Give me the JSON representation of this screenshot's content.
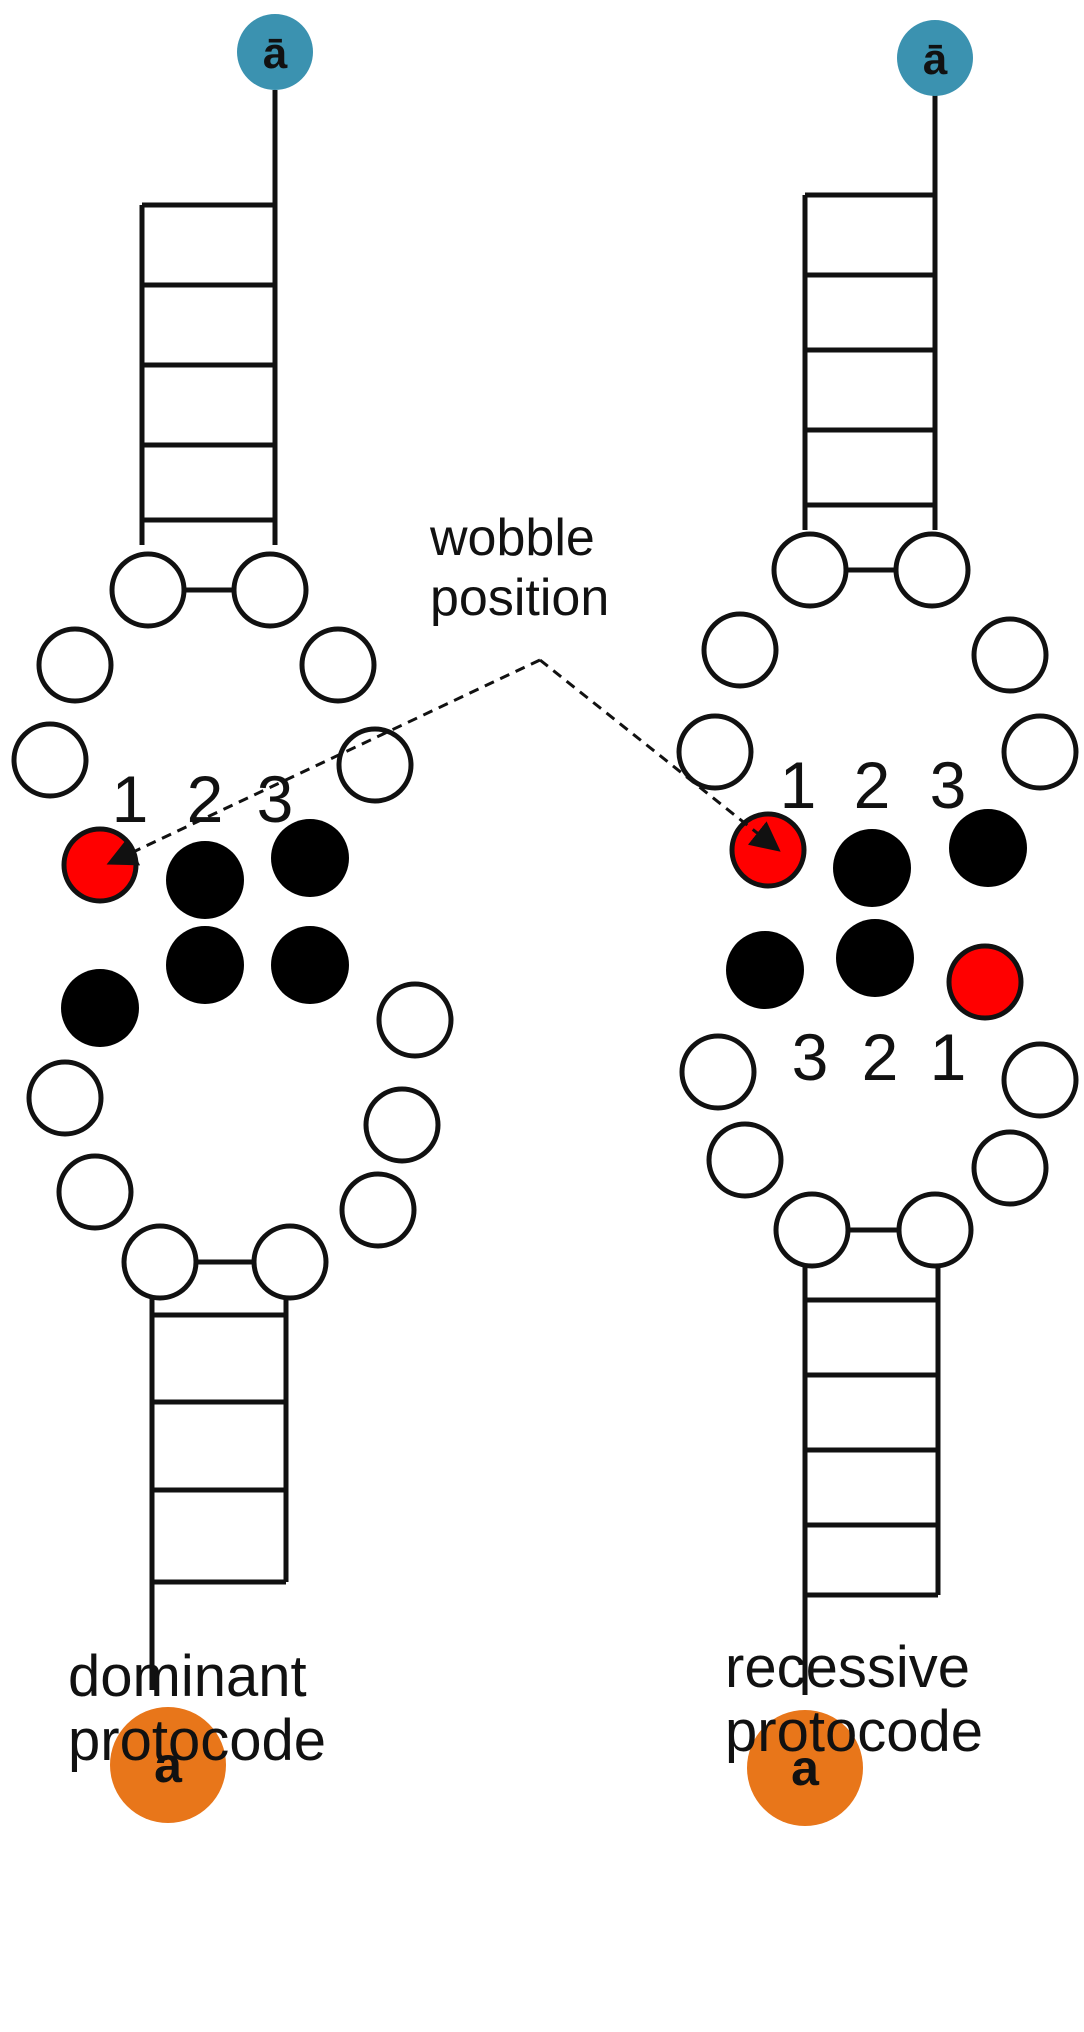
{
  "colors": {
    "line": "#111111",
    "black_base": "#000000",
    "red_base": "#ff0000",
    "blue_end": "#3b92b0",
    "orange_end": "#e8761a"
  },
  "wobble": {
    "line1": "wobble",
    "line2": "position"
  },
  "left": {
    "top_end_label": "ā",
    "bottom_end_label": "a",
    "codon_numbers": [
      "1",
      "2",
      "3"
    ],
    "caption_line1": "dominant",
    "caption_line2": "protocode"
  },
  "right": {
    "top_end_label": "ā",
    "bottom_end_label": "a",
    "codon_numbers": [
      "1",
      "2",
      "3"
    ],
    "anticodon_numbers": [
      "3",
      "2",
      "1"
    ],
    "caption_line1": "recessive",
    "caption_line2": "protocode"
  }
}
